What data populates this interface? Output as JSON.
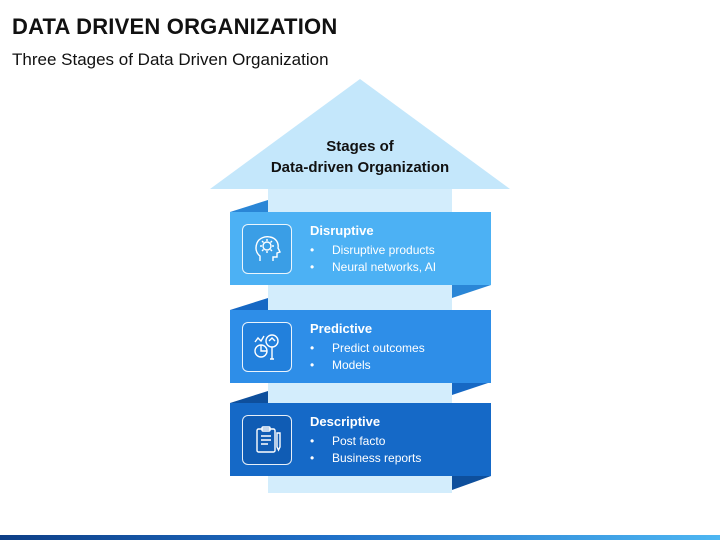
{
  "header": {
    "title": "DATA DRIVEN ORGANIZATION",
    "subtitle": "Three Stages of Data Driven Organization"
  },
  "diagram": {
    "roof_label_line1": "Stages of",
    "roof_label_line2": "Data-driven Organization",
    "stages": [
      {
        "title": "Disruptive",
        "icon": "brain-head-icon",
        "color": "#4cb1f4",
        "bullets": [
          "Disruptive products",
          "Neural networks, AI"
        ]
      },
      {
        "title": "Predictive",
        "icon": "analytics-magnifier-icon",
        "color": "#2e8ee8",
        "bullets": [
          "Predict outcomes",
          "Models"
        ]
      },
      {
        "title": "Descriptive",
        "icon": "clipboard-report-icon",
        "color": "#1569c7",
        "bullets": [
          "Post facto",
          "Business reports"
        ]
      }
    ],
    "colors": {
      "roof": "#c4e7fb",
      "column": "#d3edfc"
    }
  }
}
